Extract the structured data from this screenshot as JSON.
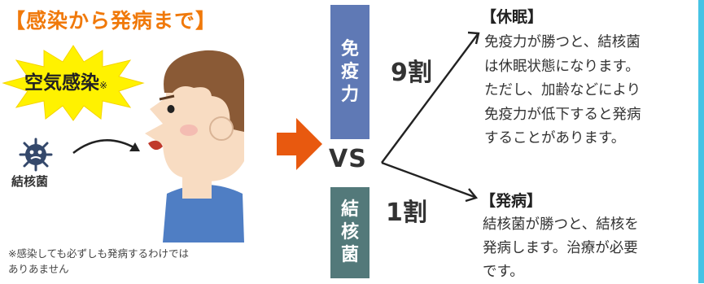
{
  "title": "【感染から発病まで】",
  "airborne": {
    "label": "空気感染",
    "mark": "※"
  },
  "germ_label": "結核菌",
  "footnote": {
    "line1": "※感染しても必ずしも発病するわけでは",
    "line2": "ありあません"
  },
  "immune_box": {
    "chars": [
      "免",
      "疫",
      "力"
    ]
  },
  "tb_box": {
    "chars": [
      "結",
      "核",
      "菌"
    ]
  },
  "vs": "VS",
  "ratio_upper": "9割",
  "ratio_lower": "1割",
  "dormant": {
    "title": "【休眠】",
    "lines": [
      "免疫力が勝つと、結核菌",
      "は休眠状態になります。",
      "ただし、加齢などにより",
      "免疫力が低下すると発病",
      "することがあります。"
    ]
  },
  "onset": {
    "title": "【発病】",
    "lines": [
      "結核菌が勝つと、結核を",
      "発病します。治療が必要",
      "です。"
    ]
  },
  "colors": {
    "title_orange": "#f0790a",
    "burst_yellow": "#fff200",
    "arrow_orange": "#e8590f",
    "immune_blue": "#5f79b5",
    "tb_teal": "#53797a",
    "germ_navy": "#34486b",
    "skin": "#f8dcc2",
    "hair": "#8a5a36",
    "shirt": "#4f7ec4",
    "side_bar": "#46c3e4"
  }
}
